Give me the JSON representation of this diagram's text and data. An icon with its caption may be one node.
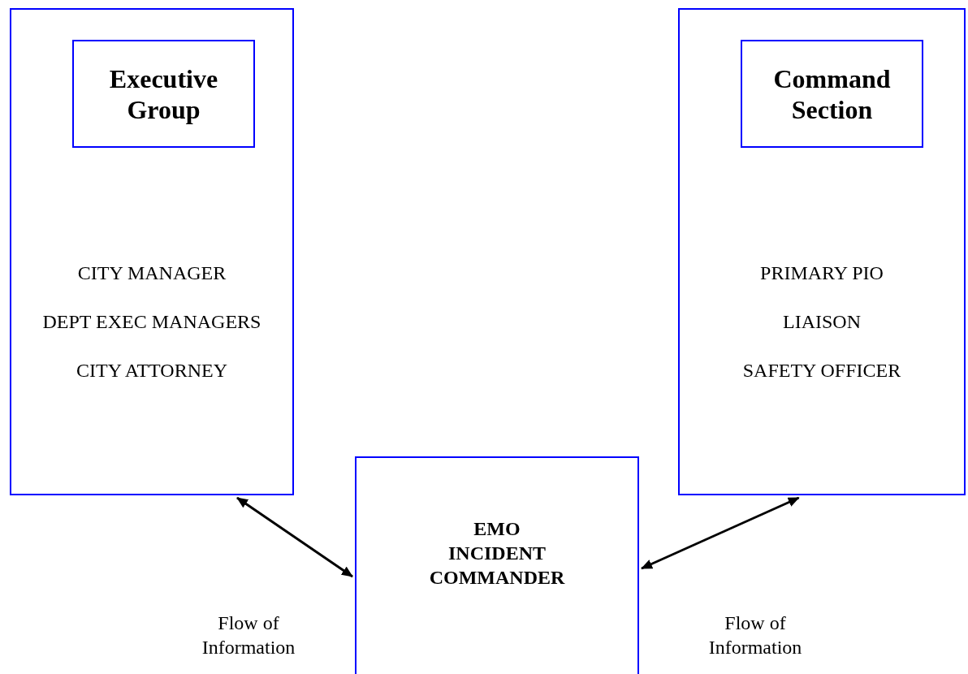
{
  "diagram": {
    "nodes": [
      {
        "text": [
          "CITY MANAGER",
          "DEPT EXEC MANAGERS",
          "CITY ATTORNEY"
        ]
      },
      {
        "text": [
          "Executive Group"
        ],
        "in": 0
      },
      {
        "text": [
          "PRIMARY PIO",
          "LIAISON",
          "SAFETY OFFICER"
        ]
      },
      {
        "text": [
          "Command Section"
        ],
        "in": 2
      },
      {
        "text": [
          "EMO INCIDENT COMMANDER"
        ]
      }
    ],
    "edges": [
      {
        "from": 0,
        "to": 4,
        "arrow": "both"
      },
      {
        "from": 2,
        "to": 4,
        "arrow": "both"
      }
    ],
    "labels": [
      "Flow of Information",
      "Flow of Information"
    ]
  }
}
